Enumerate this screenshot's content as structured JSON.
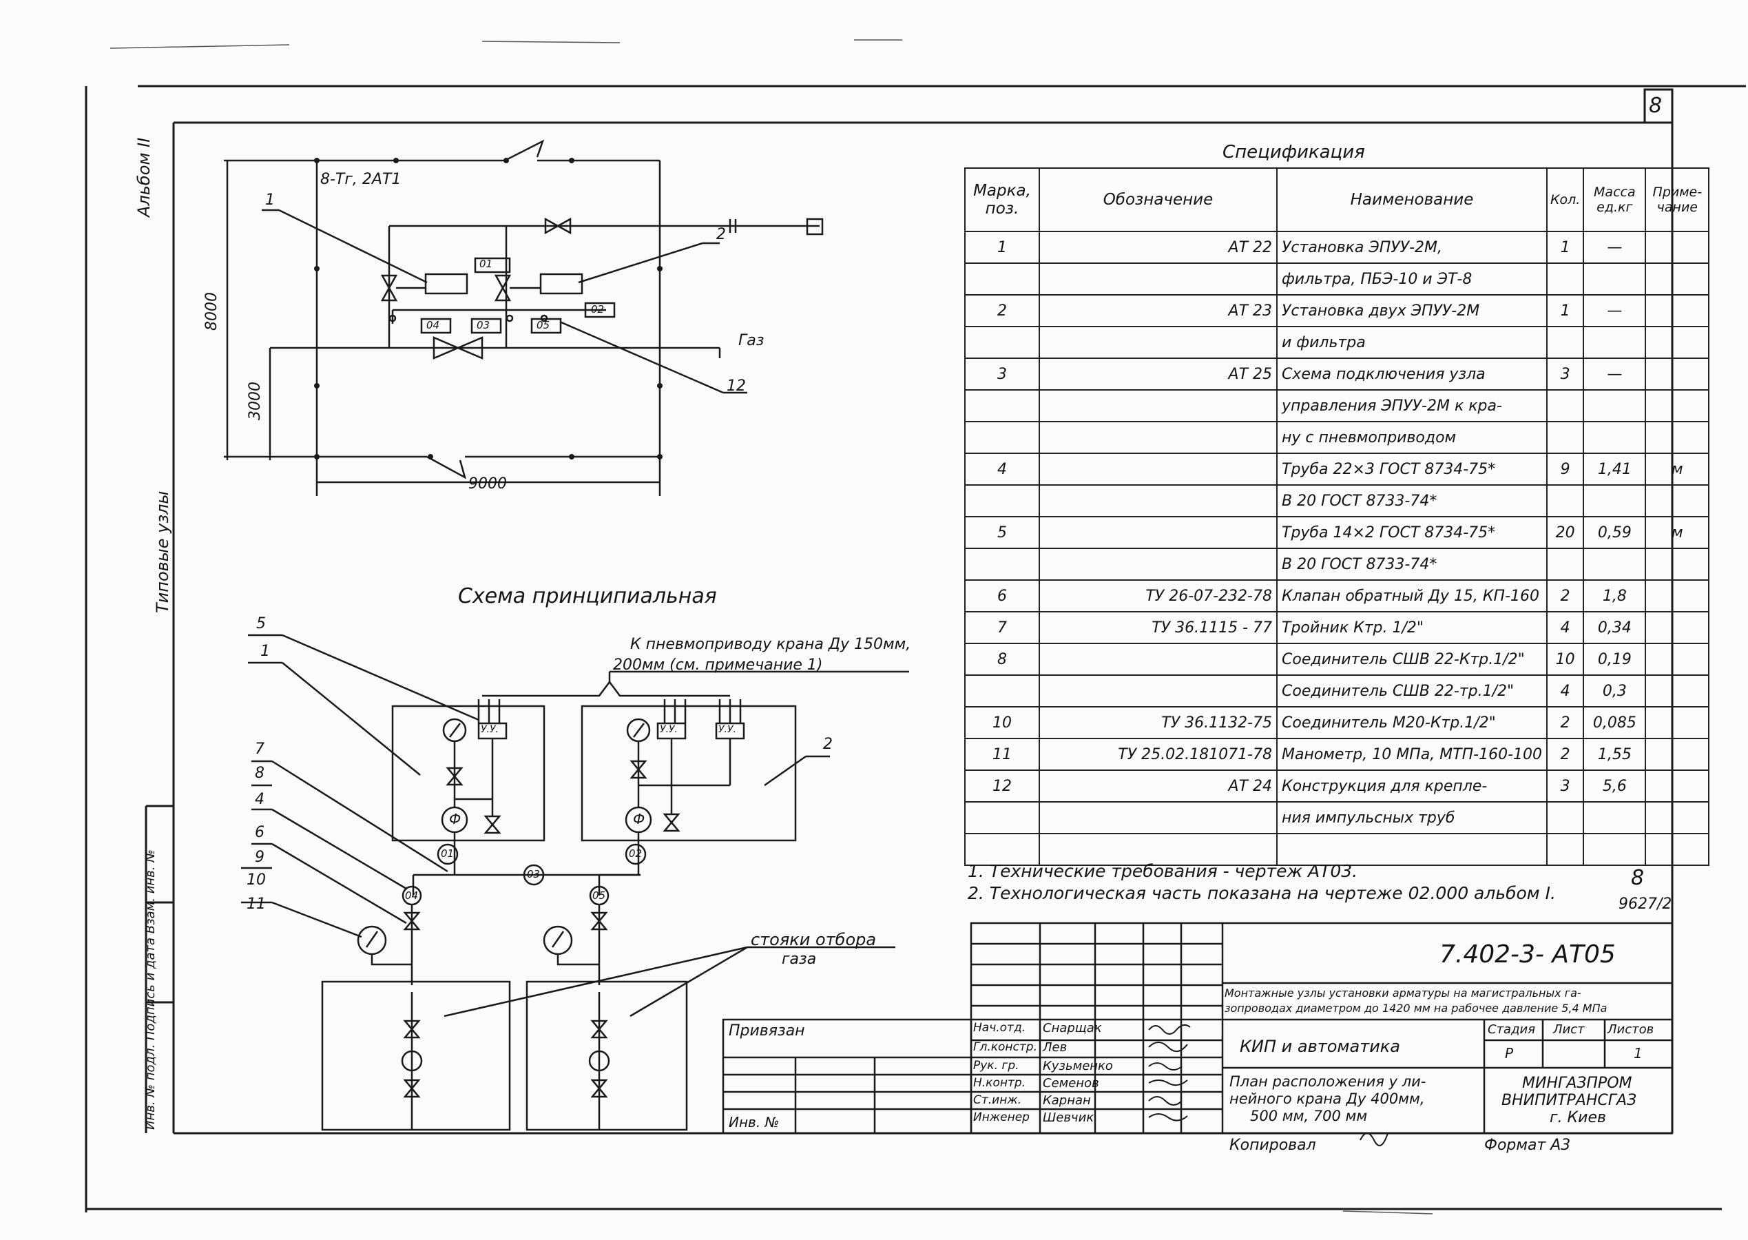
{
  "page_number": "8",
  "side_labels": {
    "album": "Альбом II",
    "typical": "Типовые узлы"
  },
  "left_stamp_fragment": "Инв. № подл.   Подпись и дата   Взам. инв. №",
  "plan": {
    "label_top": "8-Тг, 2АТ1",
    "dim_height": "8000",
    "dim_low": "3000",
    "dim_width": "9000",
    "gas": "Газ",
    "callouts": [
      "1",
      "2",
      "12"
    ],
    "boxes": [
      "01",
      "02",
      "03",
      "04",
      "05"
    ]
  },
  "schema": {
    "title": "Схема принципиальная",
    "pneumo_label_1": "К пневмоприводу крана Ду 150мм,",
    "pneumo_label_2": "200мм (см. примечание 1)",
    "uu": "У.У.",
    "phi": "Ф",
    "callouts": [
      "5",
      "1",
      "2",
      "7",
      "8",
      "4",
      "6",
      "9",
      "10",
      "11"
    ],
    "nodes": [
      "01",
      "02",
      "03",
      "04",
      "05"
    ],
    "stands_1": "стояки отбора",
    "stands_2": "газа"
  },
  "spec": {
    "title": "Спецификация",
    "headers": {
      "mark": "Марка, поз.",
      "designation": "Обозначение",
      "name": "Наименование",
      "qty": "Кол.",
      "mass": "Масса ед.кг",
      "note": "Приме-чание"
    },
    "rows": [
      {
        "mark": "1",
        "des": "АТ 22",
        "name": "Установка ЭПУУ-2М,",
        "qty": "1",
        "mass": "—",
        "note": ""
      },
      {
        "mark": "",
        "des": "",
        "name": "фильтра, ПБЭ-10 и ЭТ-8",
        "qty": "",
        "mass": "",
        "note": ""
      },
      {
        "mark": "2",
        "des": "АТ 23",
        "name": "Установка двух ЭПУУ-2М",
        "qty": "1",
        "mass": "—",
        "note": ""
      },
      {
        "mark": "",
        "des": "",
        "name": "и фильтра",
        "qty": "",
        "mass": "",
        "note": ""
      },
      {
        "mark": "3",
        "des": "АТ 25",
        "name": "Схема подключения узла",
        "qty": "3",
        "mass": "—",
        "note": ""
      },
      {
        "mark": "",
        "des": "",
        "name": "управления ЭПУУ-2М к кра-",
        "qty": "",
        "mass": "",
        "note": ""
      },
      {
        "mark": "",
        "des": "",
        "name": "ну с пневмоприводом",
        "qty": "",
        "mass": "",
        "note": ""
      },
      {
        "mark": "4",
        "des": "",
        "name": "Труба 22×3 ГОСТ 8734-75*",
        "qty": "9",
        "mass": "1,41",
        "note": "м"
      },
      {
        "mark": "",
        "des": "",
        "name": "В 20 ГОСТ 8733-74*",
        "qty": "",
        "mass": "",
        "note": ""
      },
      {
        "mark": "5",
        "des": "",
        "name": "Труба 14×2 ГОСТ 8734-75*",
        "qty": "20",
        "mass": "0,59",
        "note": "м"
      },
      {
        "mark": "",
        "des": "",
        "name": "В 20 ГОСТ 8733-74*",
        "qty": "",
        "mass": "",
        "note": ""
      },
      {
        "mark": "6",
        "des": "ТУ 26-07-232-78",
        "name": "Клапан обратный Ду 15, КП-160",
        "qty": "2",
        "mass": "1,8",
        "note": ""
      },
      {
        "mark": "7",
        "des": "ТУ 36.1115 - 77",
        "name": "Тройник Ктр. 1/2\"",
        "qty": "4",
        "mass": "0,34",
        "note": ""
      },
      {
        "mark": "8",
        "des": "",
        "name": "Соединитель СШВ 22-Ктр.1/2\"",
        "qty": "10",
        "mass": "0,19",
        "note": ""
      },
      {
        "mark": "",
        "des": "",
        "name": "Соединитель СШВ 22-тр.1/2\"",
        "qty": "4",
        "mass": "0,3",
        "note": ""
      },
      {
        "mark": "10",
        "des": "ТУ 36.1132-75",
        "name": "Соединитель М20-Ктр.1/2\"",
        "qty": "2",
        "mass": "0,085",
        "note": ""
      },
      {
        "mark": "11",
        "des": "ТУ 25.02.181071-78",
        "name": "Манометр, 10 МПа, МТП-160-100",
        "qty": "2",
        "mass": "1,55",
        "note": ""
      },
      {
        "mark": "12",
        "des": "АТ 24",
        "name": "Конструкция для крепле-",
        "qty": "3",
        "mass": "5,6",
        "note": ""
      },
      {
        "mark": "",
        "des": "",
        "name": "ния импульсных труб",
        "qty": "",
        "mass": "",
        "note": ""
      },
      {
        "mark": "",
        "des": "",
        "name": "",
        "qty": "",
        "mass": "",
        "note": ""
      }
    ]
  },
  "notes": [
    "1. Технические требования - чертеж АТ03.",
    "2. Технологическая часть показана на чертеже 02.000 альбом I."
  ],
  "sheet_mark": "8",
  "inventory": "9627/2",
  "title_block": {
    "code": "7.402-3- АТ05",
    "subtitle_1": "Монтажные узлы установки арматуры на магистральных га-",
    "subtitle_2": "зопроводах диаметром до 1420 мм на рабочее давление 5,4 МПа",
    "section": "КИП и автоматика",
    "stage_h": "Стадия",
    "sheet_h": "Лист",
    "sheets_h": "Листов",
    "stage": "Р",
    "sheet": "",
    "sheets": "1",
    "desc_1": "План расположения у ли-",
    "desc_2": "нейного крана Ду 400мм,",
    "desc_3": "500 мм, 700 мм",
    "org_1": "МИНГАЗПРОМ",
    "org_2": "ВНИПИТРАНСГАЗ",
    "org_3": "г. Киев",
    "privyazan": "Привязан",
    "inv": "Инв. №",
    "roles": [
      "Нач.отд.",
      "Гл.констр.",
      "Рук. гр.",
      "Н.контр.",
      "Ст.инж.",
      "Инженер"
    ],
    "names": [
      "Снарщак",
      "Лев",
      "Кузьменко",
      "Семенов",
      "Карнан",
      "Шевчик"
    ],
    "copied": "Копировал",
    "format": "Формат А3"
  }
}
